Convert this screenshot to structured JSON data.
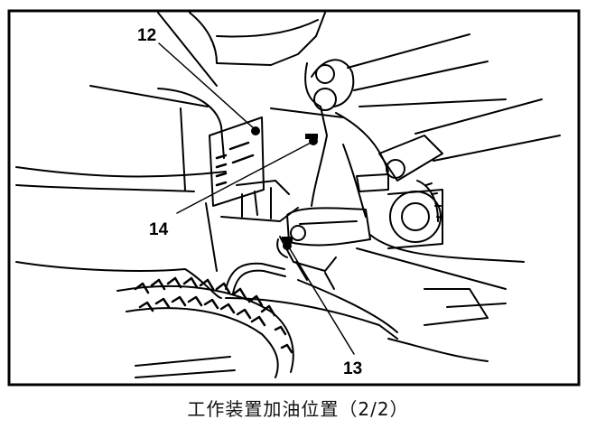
{
  "figure": {
    "callouts": [
      {
        "id": "12",
        "label": "12"
      },
      {
        "id": "14",
        "label": "14"
      },
      {
        "id": "13",
        "label": "13"
      }
    ]
  },
  "caption": "工作装置加油位置（2/2）",
  "colors": {
    "ink": "#000000",
    "background": "#ffffff"
  }
}
